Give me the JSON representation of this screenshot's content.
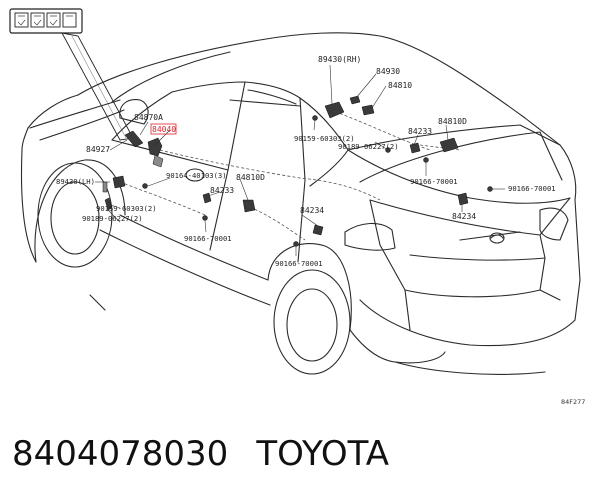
{
  "caption": {
    "part_number": "8404078030",
    "brand": "TOYOTA"
  },
  "diagram": {
    "reference_code": "84F277",
    "labels": {
      "l84870A": "84870A",
      "l84040": "84040",
      "l84927": "84927",
      "l89430LH": "89430(LH)",
      "l90159a": "90159-60303(2)",
      "l90189a": "90189-06227(2)",
      "l90164": "90164-40103(3)",
      "l84233a": "84233",
      "l84810Da": "84810D",
      "l90166a": "90166-70001",
      "l84234a": "84234",
      "l90166b": "90166-70001",
      "l89430RH": "89430(RH)",
      "l84930": "84930",
      "l84810": "84810",
      "l90159b": "90159-60303(2)",
      "l84233b": "84233",
      "l84810Db": "84810D",
      "l90189b": "90189-06227(2)",
      "l90166c": "90166-70001",
      "l90166d": "90166-70001",
      "l84234b": "84234"
    },
    "highlight_color": "#d9242b"
  }
}
